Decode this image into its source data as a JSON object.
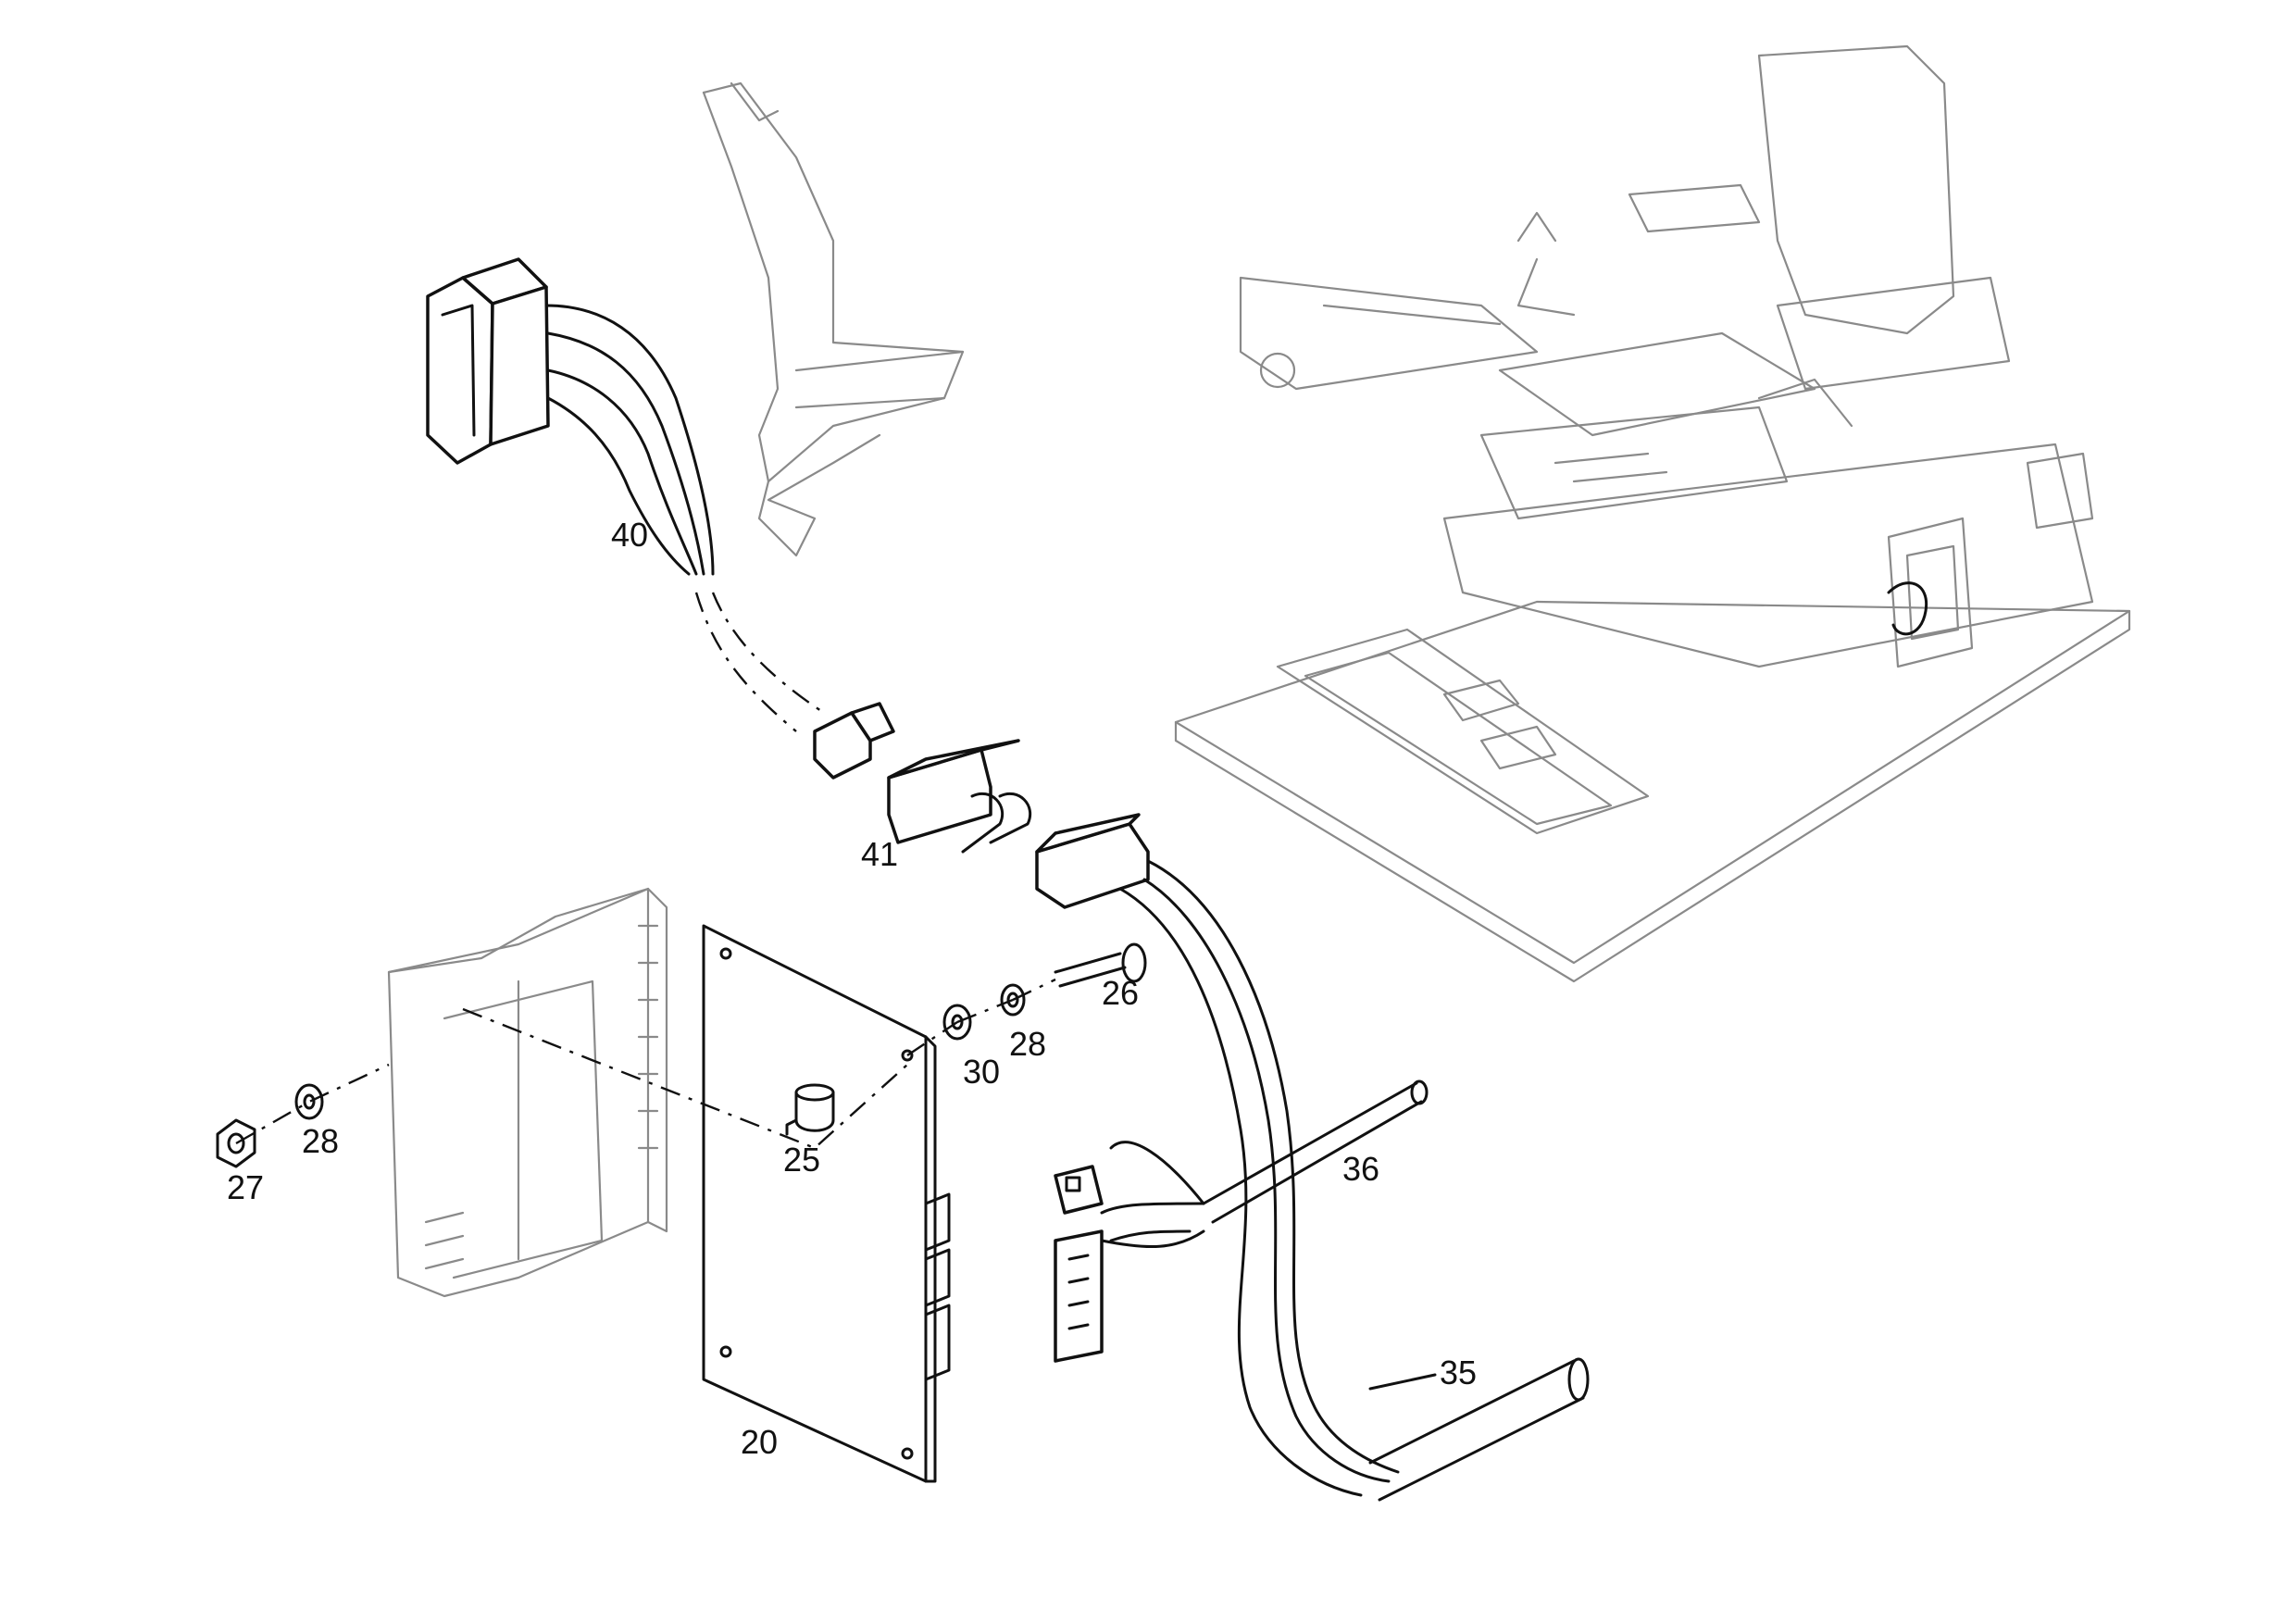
{
  "callouts": {
    "p40": "40",
    "p41": "41",
    "p26": "26",
    "p28a": "28",
    "p30": "30",
    "p36": "36",
    "p25": "25",
    "p28b": "28",
    "p27": "27",
    "p35": "35",
    "p20": "20"
  }
}
